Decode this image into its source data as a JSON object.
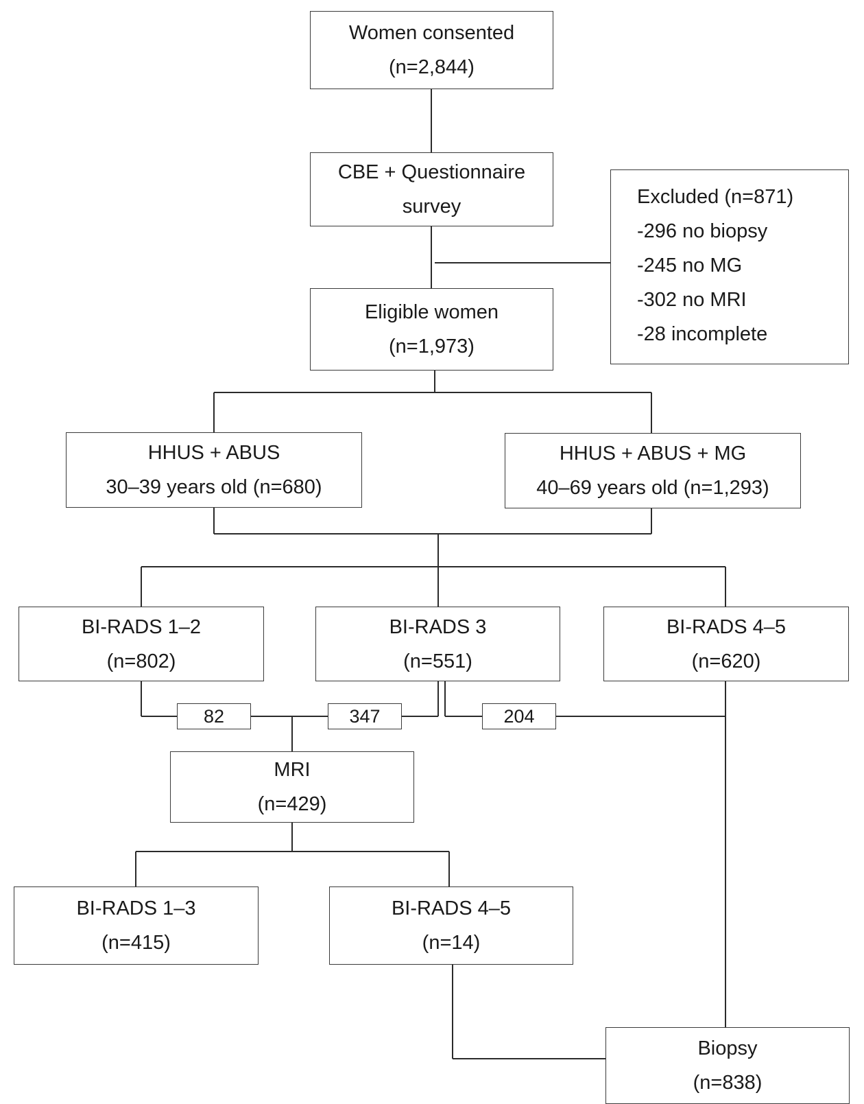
{
  "nodes": {
    "consented": {
      "line1": "Women consented",
      "line2": "(n=2,844)"
    },
    "cbe": {
      "line1": "CBE + Questionnaire",
      "line2": "survey"
    },
    "excluded": {
      "line1": "Excluded (n=871)",
      "line2": "-296 no biopsy",
      "line3": "-245 no MG",
      "line4": "-302 no MRI",
      "line5": "-28 incomplete"
    },
    "eligible": {
      "line1": "Eligible women",
      "line2": "(n=1,973)"
    },
    "young": {
      "line1": "HHUS + ABUS",
      "line2": "30–39 years old (n=680)"
    },
    "older": {
      "line1": "HHUS + ABUS + MG",
      "line2": "40–69 years old (n=1,293)"
    },
    "birads12": {
      "line1": "BI-RADS 1–2",
      "line2": "(n=802)"
    },
    "birads3": {
      "line1": "BI-RADS 3",
      "line2": "(n=551)"
    },
    "birads45": {
      "line1": "BI-RADS 4–5",
      "line2": "(n=620)"
    },
    "mri": {
      "line1": "MRI",
      "line2": "(n=429)"
    },
    "mri_birads13": {
      "line1": "BI-RADS 1–3",
      "line2": "(n=415)"
    },
    "mri_birads45": {
      "line1": "BI-RADS 4–5",
      "line2": "(n=14)"
    },
    "biopsy": {
      "line1": "Biopsy",
      "line2": "(n=838)"
    }
  },
  "edge_labels": {
    "e82": "82",
    "e347": "347",
    "e204": "204"
  }
}
